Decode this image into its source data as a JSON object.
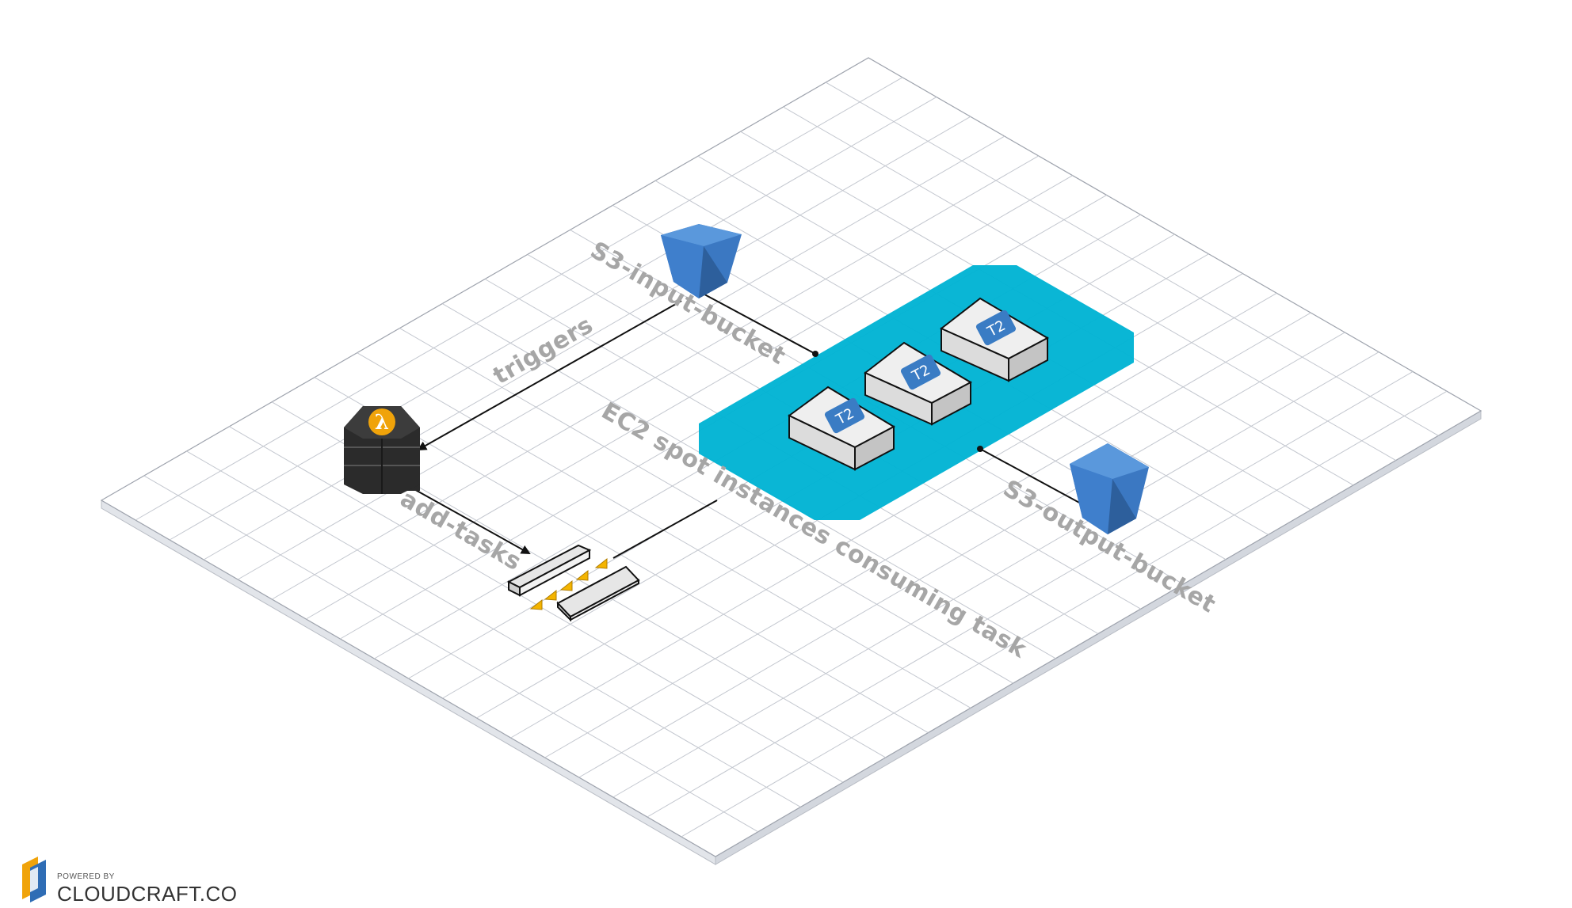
{
  "labels": {
    "s3_input": "S3-input-bucket",
    "triggers": "triggers",
    "ec2_consumers": "EC2 spot instances consuming task",
    "add_tasks": "add-tasks",
    "s3_output": "S3-output-bucket"
  },
  "instances": [
    "T2",
    "T2",
    "T2"
  ],
  "lambda_symbol": "λ",
  "brand": {
    "powered": "POWERED BY",
    "name": "CLOUDCRAFT.CO"
  },
  "icons": {
    "s3_input": "s3-bucket-icon",
    "s3_output": "s3-bucket-icon",
    "lambda": "lambda-icon",
    "queue": "sqs-queue-icon",
    "logo": "cloudcraft-logo-icon"
  },
  "colors": {
    "grid_line": "#b8bcc4",
    "grid_fill": "#ffffff",
    "autoscale_group": "#00b3d3",
    "s3_blue": "#3b78c2",
    "lambda_dark": "#2b2b2b",
    "lambda_badge": "#f0a30a",
    "label_gray": "#a6a6a6",
    "t2_badge": "#3a7cc4",
    "queue_arrow": "#f4b400"
  }
}
